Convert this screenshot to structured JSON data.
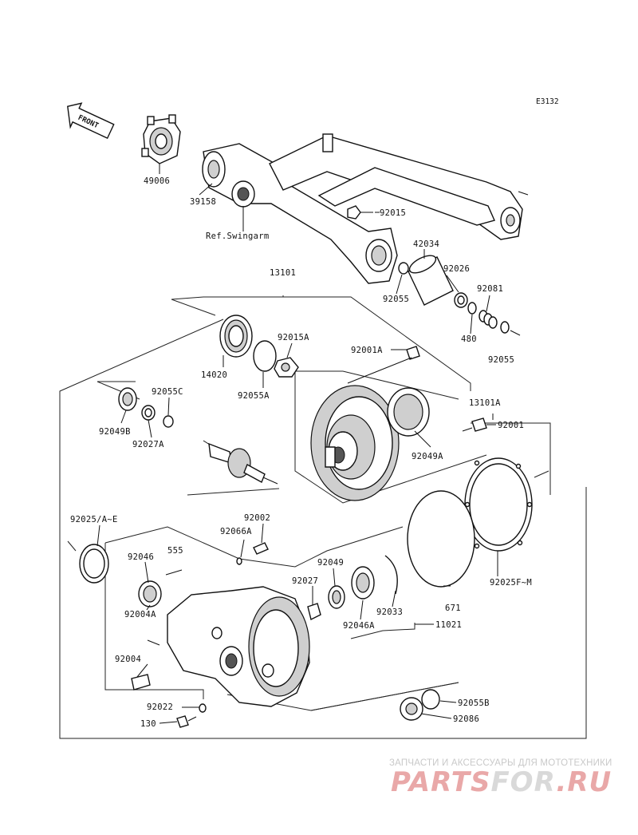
{
  "diagram_code": "E3132",
  "front_label": "FRONT",
  "ref_label": "Ref.Swingarm",
  "parts": [
    {
      "id": "p49006",
      "text": "49006"
    },
    {
      "id": "p39158",
      "text": "39158"
    },
    {
      "id": "p92015",
      "text": "92015"
    },
    {
      "id": "p42034",
      "text": "42034"
    },
    {
      "id": "p92026",
      "text": "92026"
    },
    {
      "id": "p92081",
      "text": "92081"
    },
    {
      "id": "p92055a1",
      "text": "92055"
    },
    {
      "id": "p480",
      "text": "480"
    },
    {
      "id": "p92055b1",
      "text": "92055"
    },
    {
      "id": "p13101",
      "text": "13101"
    },
    {
      "id": "p92015A",
      "text": "92015A"
    },
    {
      "id": "p92001A",
      "text": "92001A"
    },
    {
      "id": "p14020",
      "text": "14020"
    },
    {
      "id": "p92055A",
      "text": "92055A"
    },
    {
      "id": "p92055C",
      "text": "92055C"
    },
    {
      "id": "p92049B",
      "text": "92049B"
    },
    {
      "id": "p92027A",
      "text": "92027A"
    },
    {
      "id": "p13101A",
      "text": "13101A"
    },
    {
      "id": "p92001",
      "text": "92001"
    },
    {
      "id": "p92049A",
      "text": "92049A"
    },
    {
      "id": "p92025AE",
      "text": "92025/A~E"
    },
    {
      "id": "p92002",
      "text": "92002"
    },
    {
      "id": "p92066A",
      "text": "92066A"
    },
    {
      "id": "p92046",
      "text": "92046"
    },
    {
      "id": "p555",
      "text": "555"
    },
    {
      "id": "p92004A",
      "text": "92004A"
    },
    {
      "id": "p92049",
      "text": "92049"
    },
    {
      "id": "p92027",
      "text": "92027"
    },
    {
      "id": "p92033",
      "text": "92033"
    },
    {
      "id": "p92046A",
      "text": "92046A"
    },
    {
      "id": "p671",
      "text": "671"
    },
    {
      "id": "p92025FM",
      "text": "92025F~M"
    },
    {
      "id": "p11021",
      "text": "11021"
    },
    {
      "id": "p92004",
      "text": "92004"
    },
    {
      "id": "p92022",
      "text": "92022"
    },
    {
      "id": "p130",
      "text": "130"
    },
    {
      "id": "p92055B",
      "text": "92055B"
    },
    {
      "id": "p92086",
      "text": "92086"
    }
  ],
  "watermark": {
    "tagline": "ЗАПЧАСТИ И АКСЕССУАРЫ ДЛЯ МОТОТЕХНИКИ",
    "logo_part1": "PARTS",
    "logo_part2": "FOR",
    "logo_part3": ".RU"
  }
}
